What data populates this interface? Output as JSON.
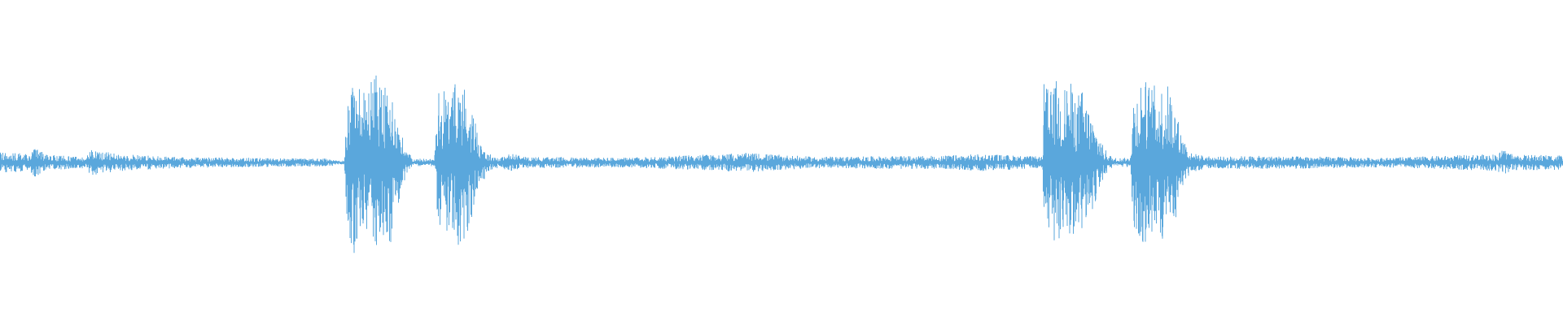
{
  "waveform": {
    "color": "#5aa7dc",
    "background": "#ffffff",
    "amplitude_profile": {
      "points": [
        [
          0.0,
          0.11
        ],
        [
          0.018,
          0.09
        ],
        [
          0.022,
          0.16
        ],
        [
          0.03,
          0.08
        ],
        [
          0.055,
          0.06
        ],
        [
          0.058,
          0.14
        ],
        [
          0.075,
          0.09
        ],
        [
          0.11,
          0.06
        ],
        [
          0.15,
          0.05
        ],
        [
          0.212,
          0.04
        ],
        [
          0.215,
          0.02
        ],
        [
          0.22,
          0.02
        ],
        [
          0.2225,
          0.72
        ],
        [
          0.226,
          0.96
        ],
        [
          0.23,
          0.86
        ],
        [
          0.234,
          0.7
        ],
        [
          0.238,
          0.95
        ],
        [
          0.242,
          0.92
        ],
        [
          0.246,
          0.78
        ],
        [
          0.25,
          0.83
        ],
        [
          0.255,
          0.42
        ],
        [
          0.26,
          0.12
        ],
        [
          0.265,
          0.04
        ],
        [
          0.278,
          0.04
        ],
        [
          0.28,
          0.75
        ],
        [
          0.284,
          0.82
        ],
        [
          0.288,
          0.7
        ],
        [
          0.292,
          0.87
        ],
        [
          0.296,
          0.88
        ],
        [
          0.3,
          0.72
        ],
        [
          0.305,
          0.35
        ],
        [
          0.312,
          0.1
        ],
        [
          0.32,
          0.05
        ],
        [
          0.327,
          0.1
        ],
        [
          0.335,
          0.06
        ],
        [
          0.4,
          0.05
        ],
        [
          0.48,
          0.1
        ],
        [
          0.52,
          0.06
        ],
        [
          0.6,
          0.07
        ],
        [
          0.63,
          0.09
        ],
        [
          0.667,
          0.06
        ],
        [
          0.668,
          0.86
        ],
        [
          0.672,
          0.74
        ],
        [
          0.676,
          0.88
        ],
        [
          0.68,
          0.78
        ],
        [
          0.684,
          0.88
        ],
        [
          0.688,
          0.71
        ],
        [
          0.692,
          0.78
        ],
        [
          0.7,
          0.45
        ],
        [
          0.706,
          0.16
        ],
        [
          0.712,
          0.05
        ],
        [
          0.723,
          0.05
        ],
        [
          0.725,
          0.7
        ],
        [
          0.73,
          0.92
        ],
        [
          0.734,
          0.86
        ],
        [
          0.74,
          0.8
        ],
        [
          0.746,
          0.84
        ],
        [
          0.75,
          0.76
        ],
        [
          0.755,
          0.36
        ],
        [
          0.762,
          0.1
        ],
        [
          0.775,
          0.06
        ],
        [
          0.8,
          0.07
        ],
        [
          0.85,
          0.06
        ],
        [
          0.885,
          0.05
        ],
        [
          0.925,
          0.07
        ],
        [
          0.958,
          0.09
        ],
        [
          0.962,
          0.14
        ],
        [
          0.97,
          0.08
        ],
        [
          1.0,
          0.08
        ]
      ]
    }
  }
}
